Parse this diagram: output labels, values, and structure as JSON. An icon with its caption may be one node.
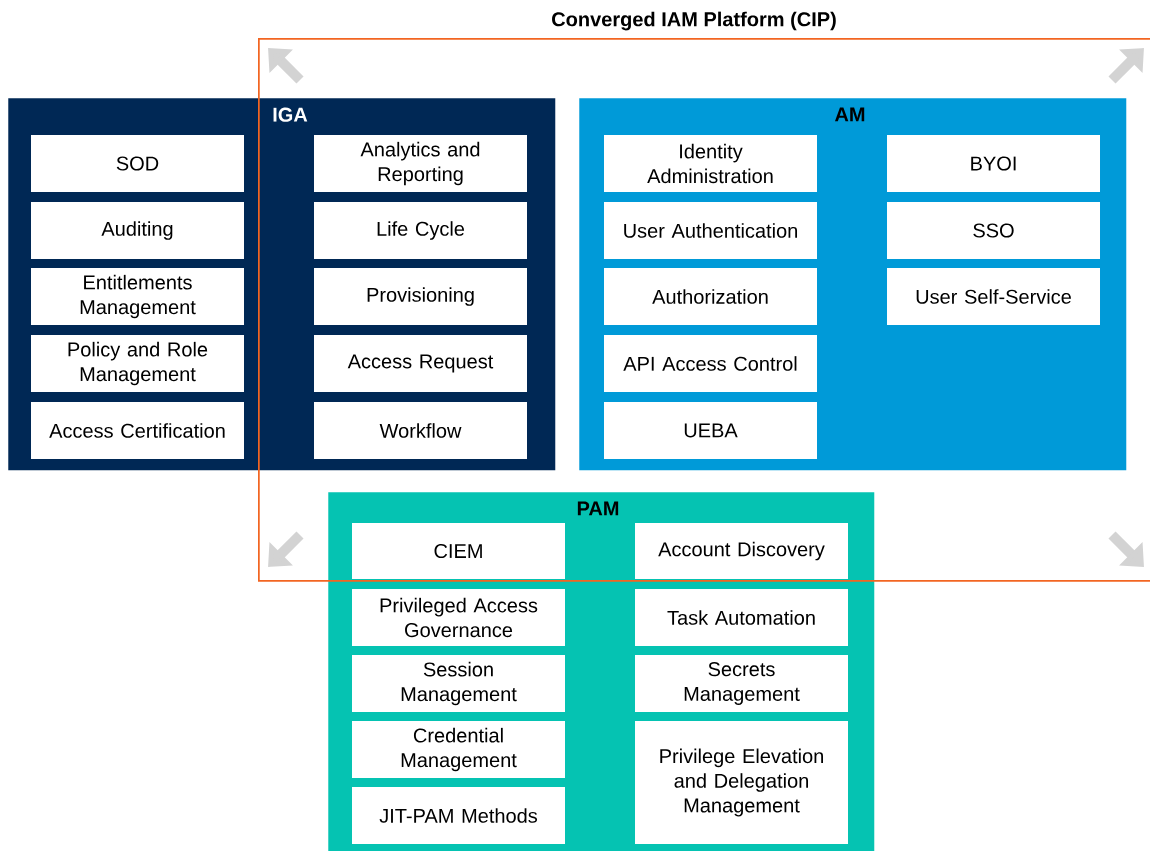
{
  "diagram": {
    "nodes": [
      {
        "text": [
          "Converged IAM Platform (CIP)"
        ]
      },
      {
        "text": [
          "IGA"
        ]
      },
      {
        "text": [
          "SOD"
        ],
        "in": 1
      },
      {
        "text": [
          "Analytics and Reporting"
        ]
      },
      {
        "text": [
          "Auditing"
        ],
        "in": 1
      },
      {
        "text": [
          "Life Cycle"
        ]
      },
      {
        "text": [
          "Entitlements Management"
        ],
        "in": 1
      },
      {
        "text": [
          "Provisioning"
        ]
      },
      {
        "text": [
          "Policy and Role Management"
        ],
        "in": 1
      },
      {
        "text": [
          "Access Request"
        ]
      },
      {
        "text": [
          "Access Certification"
        ],
        "in": 1
      },
      {
        "text": [
          "Workflow"
        ]
      },
      {
        "text": [
          "AM"
        ],
        "in": 0
      },
      {
        "text": [
          "Identity Administration"
        ],
        "in": 12
      },
      {
        "text": [
          "BYOI"
        ],
        "in": 12
      },
      {
        "text": [
          "User Authentication"
        ],
        "in": 12
      },
      {
        "text": [
          "SSO"
        ],
        "in": 12
      },
      {
        "text": [
          "Authorization"
        ],
        "in": 12
      },
      {
        "text": [
          "User Self-Service"
        ],
        "in": 12
      },
      {
        "text": [
          "API Access Control"
        ],
        "in": 12
      },
      {
        "text": [
          "UEBA"
        ],
        "in": 12
      },
      {
        "text": [
          "PAM"
        ]
      },
      {
        "text": [
          "CIEM"
        ]
      },
      {
        "text": [
          "Account Discovery"
        ]
      },
      {
        "text": [
          "Privileged Access Governance"
        ],
        "in": 21
      },
      {
        "text": [
          "Task Automation"
        ],
        "in": 21
      },
      {
        "text": [
          "Session Management"
        ],
        "in": 21
      },
      {
        "text": [
          "Secrets Management"
        ],
        "in": 21
      },
      {
        "text": [
          "Credential Management"
        ],
        "in": 21
      },
      {
        "text": [
          "Privilege Elevation and Delegation Management"
        ],
        "in": 21
      },
      {
        "text": [
          "JIT-PAM Methods"
        ],
        "in": 21
      }
    ]
  }
}
